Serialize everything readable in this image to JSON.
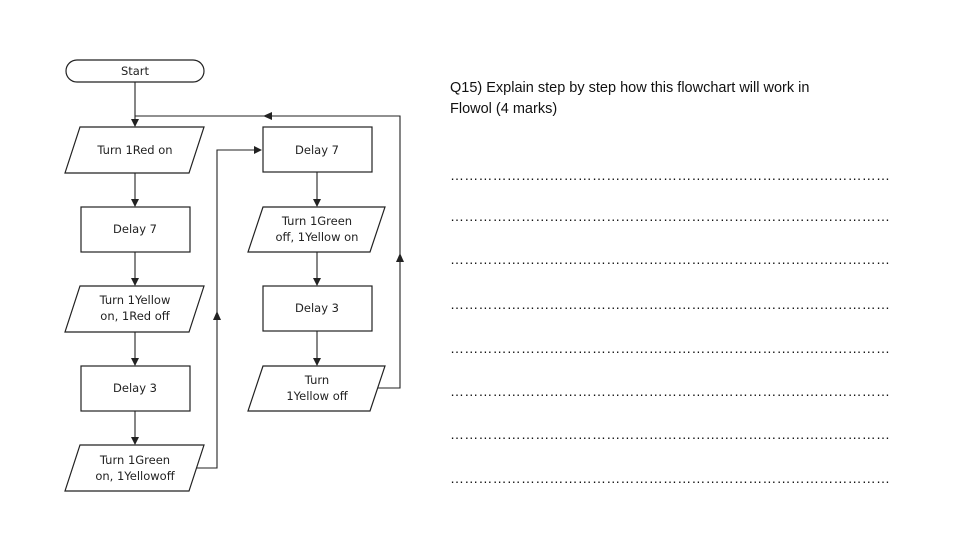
{
  "flowchart": {
    "start": "Start",
    "col1": {
      "n1": "Turn 1Red on",
      "n2": "Delay 7",
      "n3_line1": "Turn 1Yellow",
      "n3_line2": "on, 1Red off",
      "n4": "Delay 3",
      "n5_line1": "Turn 1Green",
      "n5_line2": "on, 1Yellowoff"
    },
    "col2": {
      "n1": "Delay 7",
      "n2_line1": "Turn 1Green",
      "n2_line2": "off, 1Yellow on",
      "n3": "Delay 3",
      "n4_line1": "Turn",
      "n4_line2": "1Yellow off"
    }
  },
  "question": {
    "line1": "Q15) Explain step by step how this flowchart will work in",
    "line2": "Flowol  (4 marks)"
  },
  "answer_lines": [
    "……………………………………………………………………………………………….",
    "………………………………………………………………………………………………",
    "……………………………………………………………………………………………",
    "………………………………………………………………………………………………",
    "……………………………………………………………………………………………….",
    "………………………………………………………………………………………………",
    "……………………………………………………………………………………………",
    "………………………………………………………………………………………………"
  ]
}
